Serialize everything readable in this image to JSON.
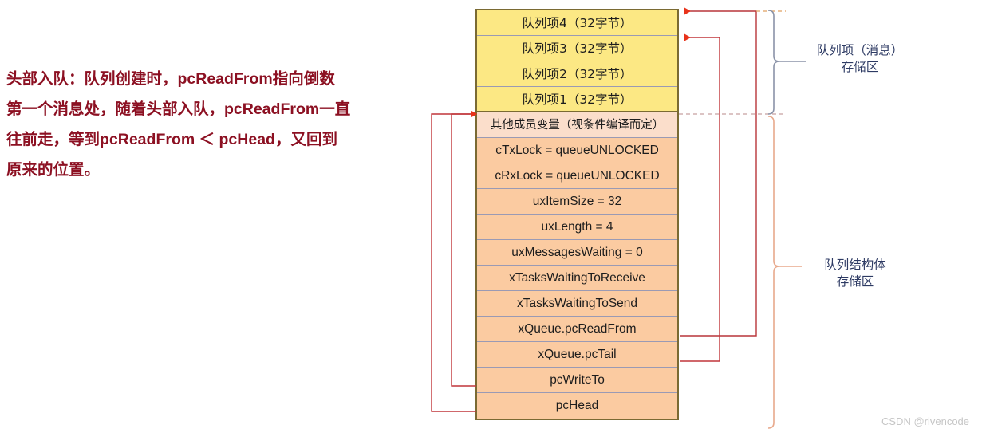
{
  "annotation": {
    "lines": [
      "头部入队：队列创建时，pcReadFrom指向倒数",
      "第一个消息处，随着头部入队，pcReadFrom一直",
      "往前走，等到pcReadFrom ＜ pcHead，又回到",
      "原来的位置。"
    ],
    "color": "#8C1022"
  },
  "memory_block": {
    "item_rows": [
      {
        "label": "队列项4（32字节）"
      },
      {
        "label": "队列项3（32字节）"
      },
      {
        "label": "队列项2（32字节）"
      },
      {
        "label": "队列项1（32字节）"
      }
    ],
    "misc_row": {
      "label": "其他成员变量（视条件编译而定）"
    },
    "field_rows": [
      {
        "label": "cTxLock = queueUNLOCKED"
      },
      {
        "label": "cRxLock = queueUNLOCKED"
      },
      {
        "label": "uxItemSize = 32"
      },
      {
        "label": "uxLength = 4"
      },
      {
        "label": "uxMessagesWaiting = 0"
      },
      {
        "label": "xTasksWaitingToReceive"
      },
      {
        "label": "xTasksWaitingToSend"
      },
      {
        "label": "xQueue.pcReadFrom"
      },
      {
        "label": "xQueue.pcTail"
      },
      {
        "label": "pcWriteTo"
      },
      {
        "label": "pcHead"
      }
    ],
    "colors": {
      "item_fill": "#fce884",
      "misc_fill": "#fbdecb",
      "field_fill": "#fbcba1",
      "outer_border": "#7a6a33",
      "row_divider": "#9a9ab4"
    }
  },
  "brackets": {
    "items_label_line1": "队列项（消息）",
    "items_label_line2": "存储区",
    "struct_label_line1": "队列结构体",
    "struct_label_line2": "存储区",
    "items_color": "#8b93a8",
    "struct_color": "#e8a98c"
  },
  "pointers": {
    "read_from_arrow": "xQueue.pcReadFrom → top of queue item area",
    "tail_arrow": "xQueue.pcTail → below 队列项4",
    "write_to_arrow": "pcWriteTo → start of queue struct area",
    "head_arrow": "pcHead → start of queue struct area",
    "arrow_color": "#d93b1e",
    "line_color": "#b8353a"
  },
  "watermark": {
    "text": "CSDN @rivencode"
  }
}
